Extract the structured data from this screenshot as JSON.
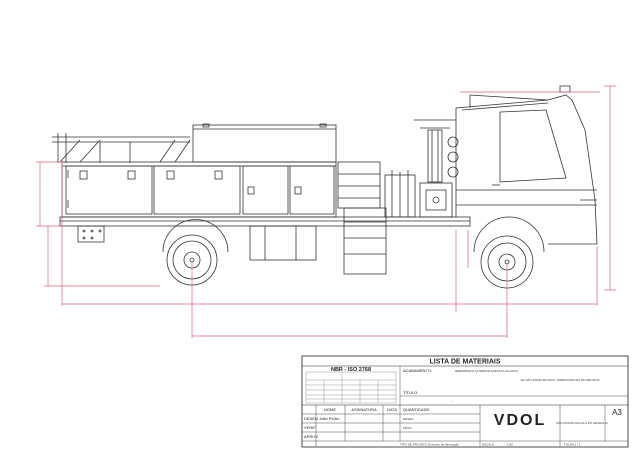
{
  "title_block": {
    "materials_title": "LISTA DE MATERIAIS",
    "standard": "NBR - ISO 2768",
    "acabamento_label": "ACABAMENTO:",
    "acabamento_value": "REBARBAR E QUEBRAR ARESTAS AGUDAS",
    "dimension_note": "SE NÃO ESPECIFICADO, DIMENSÕES EM MILIMETROS",
    "titulo_label": "TÍTULO:",
    "titulo_value": "-",
    "quantidade_label": "QUANTIDADE:",
    "nome_header": "NOME",
    "assinatura_header": "ASSINATURA",
    "data_header": "DATA",
    "desen_label": "DESEN",
    "desen_name": "João Pedro",
    "verif_label": "VERIF",
    "aprov_label": "APROV",
    "desen2_label": "DESEN:",
    "pesol_label": "PESO:",
    "tipo_label": "TIPO DE PROJETO:",
    "tipo_value": "Desenho de fabricação",
    "escala_label": "ESCALA:",
    "escala_value": "1:50",
    "logo_text": "VDOL",
    "nao_mudar": "NÃO MUDAR ESCALA DO DESENHO",
    "sheet_size": "A3",
    "folha": "FOLHA 1 / 1"
  }
}
